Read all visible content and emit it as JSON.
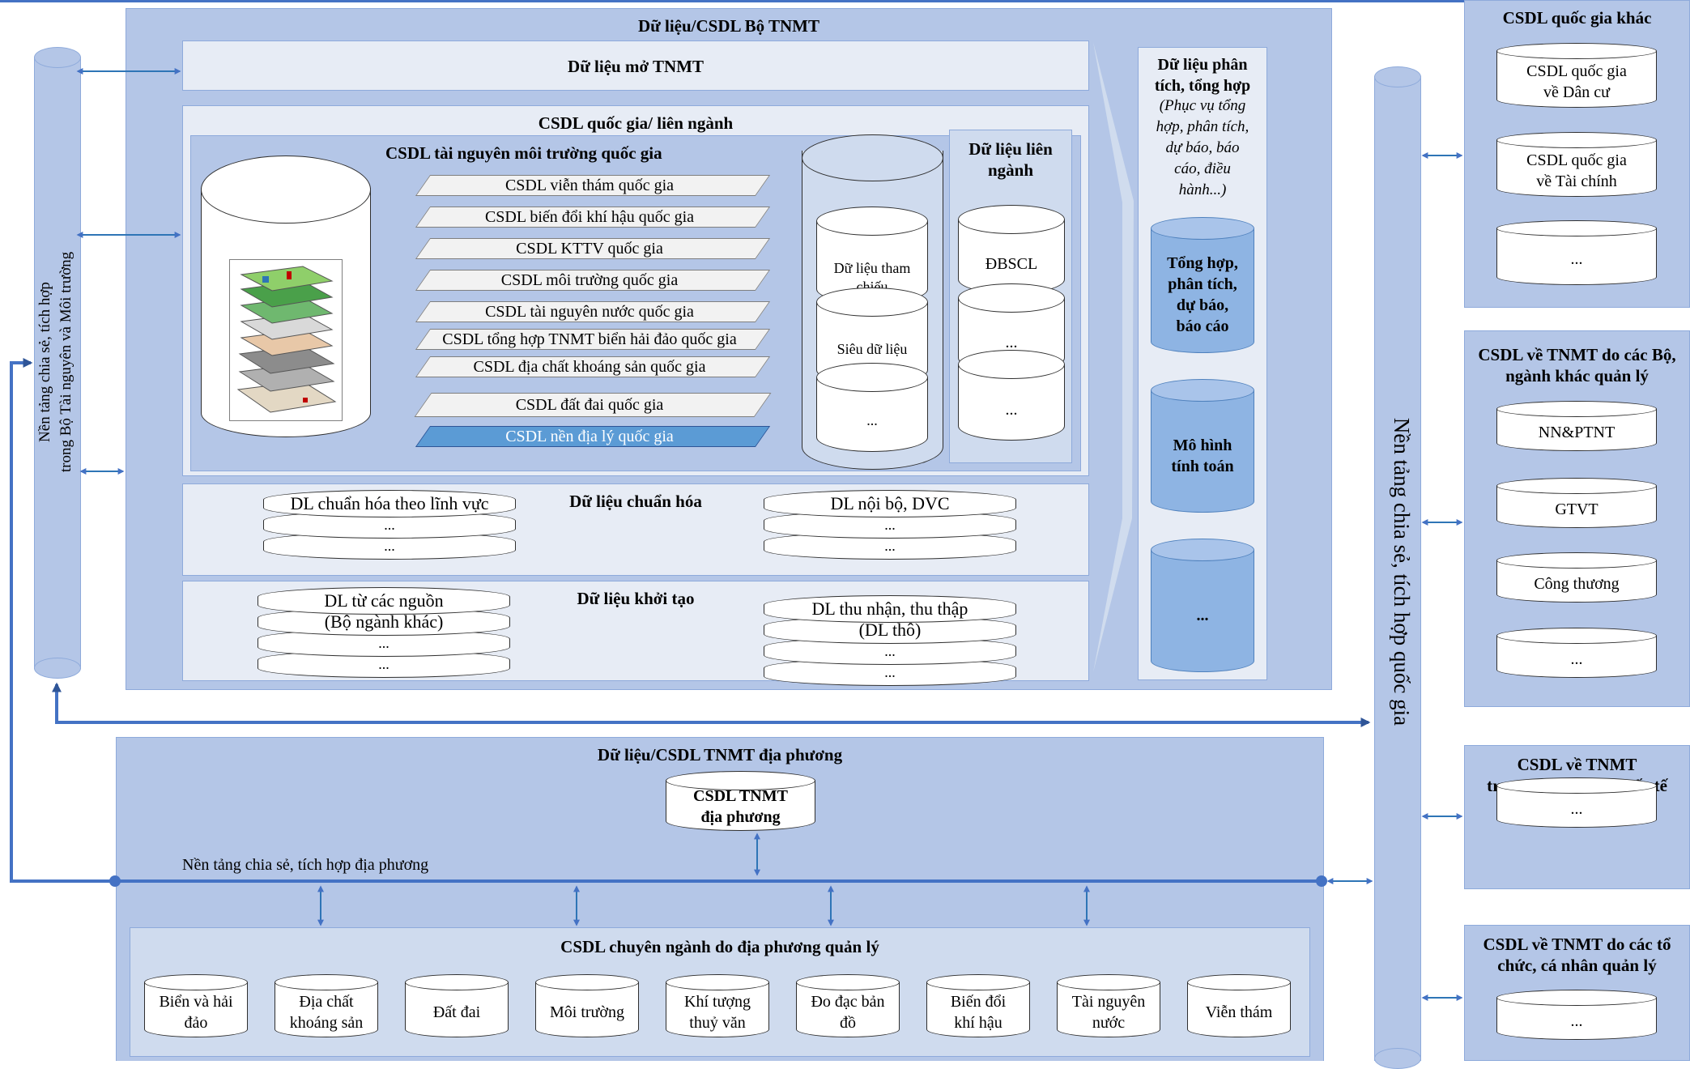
{
  "ministry": {
    "title": "Dữ liệu/CSDL Bộ TNMT",
    "open_data": "Dữ liệu mở TNMT",
    "national_interbranch": "CSDL quốc gia/ liên ngành",
    "national_env": {
      "title": "CSDL tài nguyên môi trường quốc gia",
      "layers": [
        "CSDL viễn thám quốc gia",
        "CSDL biến đổi khí hậu quốc gia",
        "CSDL KTTV quốc gia",
        "CSDL môi trường quốc gia",
        "CSDL tài nguyên nước quốc gia",
        "CSDL tổng hợp TNMT biển hải đảo quốc gia",
        "CSDL địa chất khoáng sản quốc gia",
        "CSDL đất đai quốc gia",
        "CSDL nền địa lý quốc gia"
      ],
      "stack": [
        "Dữ liệu tham chiếu",
        "Siêu dữ liệu",
        "..."
      ]
    },
    "interbranch": {
      "title": "Dữ liệu liên ngành",
      "stack": [
        "ĐBSCL",
        "...",
        "..."
      ]
    },
    "standardized": {
      "title": "Dữ liệu chuẩn hóa",
      "left": [
        "DL chuẩn hóa theo lĩnh vực",
        "...",
        "..."
      ],
      "right": [
        "DL nội bộ, DVC",
        "...",
        "..."
      ]
    },
    "initial": {
      "title": "Dữ liệu khởi tạo",
      "left": [
        "DL từ các nguồn",
        "(Bộ ngành khác)",
        "...",
        "..."
      ],
      "right": [
        "DL thu nhận, thu thập",
        "(DL thô)",
        "...",
        "..."
      ]
    },
    "analysis": {
      "title_line1": "Dữ liệu phân",
      "title_line2": "tích, tổng hợp",
      "subtitle": [
        "(Phục vụ tổng",
        "hợp, phân tích,",
        "dự báo, báo",
        "cáo, điều",
        "hành...)"
      ],
      "cylinders": [
        [
          "Tổng hợp,",
          "phân tích,",
          "dự báo,",
          "báo cáo"
        ],
        [
          "Mô hình",
          "tính toán"
        ],
        [
          "..."
        ]
      ]
    }
  },
  "ministry_platform": [
    "Nền tảng chia sẻ, tích hợp",
    "trong Bộ Tài nguyên và Môi trường"
  ],
  "national_platform": "Nền tảng chia sẻ, tích hợp quốc gia",
  "local": {
    "title": "Dữ liệu/CSDL TNMT địa phương",
    "db": [
      "CSDL TNMT",
      "địa phương"
    ],
    "platform": "Nền tảng chia sẻ, tích hợp địa phương",
    "specialized_title": "CSDL chuyên ngành do địa phương quản lý",
    "specialized": [
      [
        "Biển và hải",
        "đảo"
      ],
      [
        "Địa chất",
        "khoáng sản"
      ],
      [
        "Đất đai"
      ],
      [
        "Môi trường"
      ],
      [
        "Khí tượng",
        "thuỷ văn"
      ],
      [
        "Đo đạc bản",
        "đồ"
      ],
      [
        "Biến đổi",
        "khí hậu"
      ],
      [
        "Tài nguyên",
        "nước"
      ],
      [
        "Viễn thám"
      ]
    ]
  },
  "right": {
    "national_other": {
      "title": "CSDL quốc gia khác",
      "items": [
        [
          "CSDL quốc gia",
          "về Dân cư"
        ],
        [
          "CSDL quốc gia",
          "về Tài chính"
        ],
        [
          "..."
        ]
      ]
    },
    "ministries": {
      "title": [
        "CSDL về TNMT do các Bộ,",
        "ngành khác quản lý"
      ],
      "items": [
        [
          "NN&PTNT"
        ],
        [
          "GTVT"
        ],
        [
          "Công thương"
        ],
        [
          "..."
        ]
      ]
    },
    "regional": {
      "title": [
        "CSDL về TNMT",
        "trong khu vực và quốc tế"
      ],
      "items": [
        [
          "..."
        ]
      ]
    },
    "organizations": {
      "title": [
        "CSDL về TNMT do các tổ",
        "chức, cá nhân quản lý"
      ],
      "items": [
        [
          "..."
        ]
      ]
    }
  },
  "colors": {
    "panel": "#b4c6e7",
    "line": "#4472c4",
    "blue_cylinder": "#8eb4e3",
    "selected_layer": "#5b9bd5"
  }
}
